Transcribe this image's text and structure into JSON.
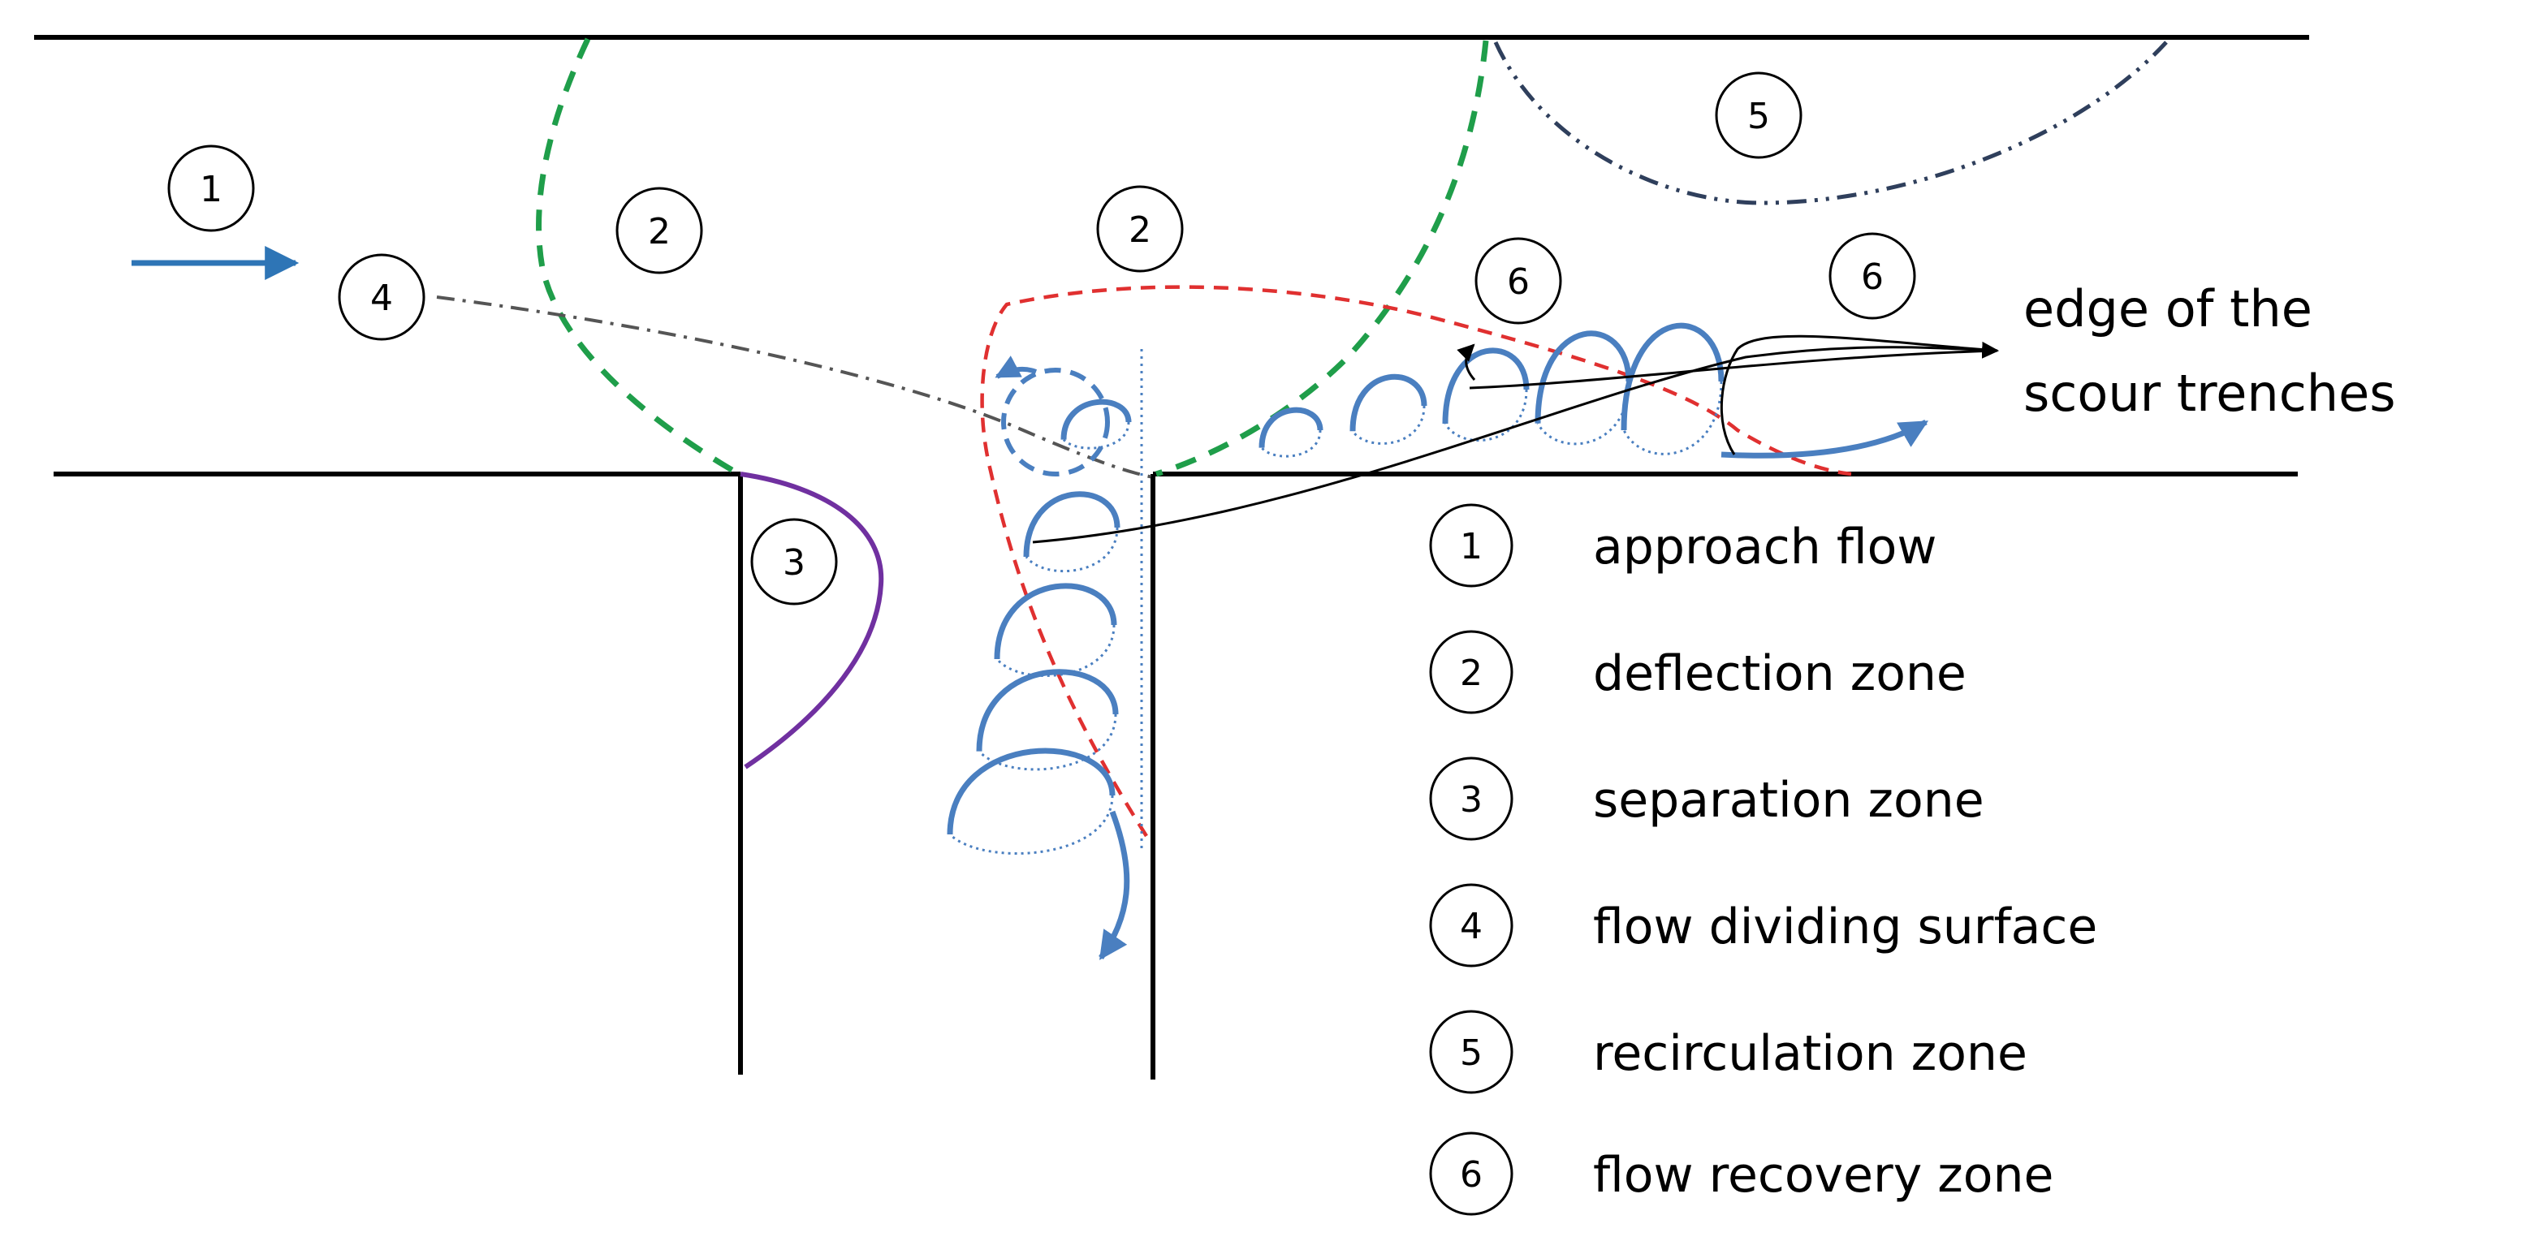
{
  "markers": {
    "approach_flow": "1",
    "deflection_zone_upstream": "2",
    "deflection_zone_junction": "2",
    "separation_zone": "3",
    "flow_dividing_surface": "4",
    "recirculation_zone": "5",
    "flow_recovery_zone_a": "6",
    "flow_recovery_zone_b": "6"
  },
  "annotation": {
    "line1": "edge of the",
    "line2": "scour trenches"
  },
  "legend": [
    {
      "num": "1",
      "label": "approach flow"
    },
    {
      "num": "2",
      "label": "deflection zone"
    },
    {
      "num": "3",
      "label": "separation zone"
    },
    {
      "num": "4",
      "label": "flow dividing surface"
    },
    {
      "num": "5",
      "label": "recirculation zone"
    },
    {
      "num": "6",
      "label": "flow recovery zone"
    }
  ],
  "colors": {
    "wall": "#000000",
    "approach_arrow": "#2e75b6",
    "deflection_boundary": "#1f9e4a",
    "separation_boundary": "#7030a0",
    "dividing_surface": "#555555",
    "recirculation_boundary": "#2f3f5c",
    "scour_edge": "#e03030",
    "vortex": "#4a7fc0"
  }
}
